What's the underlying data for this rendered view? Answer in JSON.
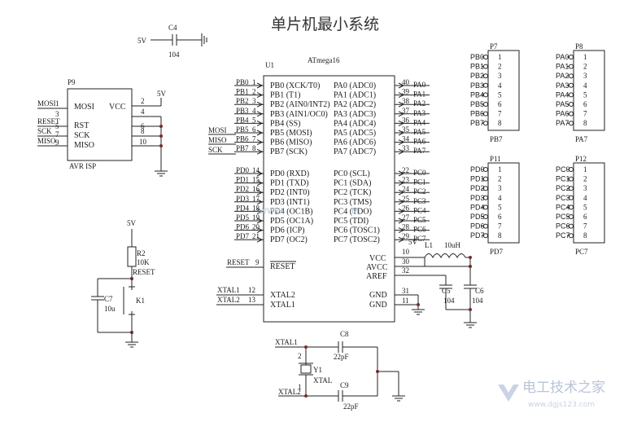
{
  "title": "单片机最小系统",
  "colors": {
    "wire": "#222222",
    "junction": "#7a2b2b",
    "watermark": "#b8c4d6",
    "background": "#ffffff"
  },
  "c4": {
    "label": "C4",
    "supply": "5V",
    "value": "104"
  },
  "p9": {
    "ref": "P9",
    "name": "AVR ISP",
    "supply": "5V",
    "left_pins": [
      "MOSI",
      "RST",
      "SCK",
      "MISO"
    ],
    "right_pins": [
      "VCC",
      "",
      "",
      "",
      ""
    ],
    "right_nums": [
      "2",
      "4",
      "6",
      "8",
      "10"
    ],
    "left_nums": [
      "1",
      "3",
      "5",
      "7",
      "9"
    ],
    "nets": [
      "MOSI",
      "RESET",
      "SCK",
      "MISO"
    ]
  },
  "u1": {
    "ref": "U1",
    "part": "ATmega16",
    "left_b": [
      "PB0 (XCK/T0)",
      "PB1 (T1)",
      "PB2 (AIN0/INT2)",
      "PB3 (AIN1/OC0)",
      "PB4 (SS)",
      "PB5 (MOSI)",
      "PB6 (MISO)",
      "PB7 (SCK)"
    ],
    "left_b_nums": [
      "1",
      "2",
      "3",
      "4",
      "5",
      "6",
      "7",
      "8"
    ],
    "left_b_nets": [
      "PB0",
      "PB1",
      "PB2",
      "PB3",
      "PB4",
      "PB5",
      "PB6",
      "PB7"
    ],
    "spi_nets": [
      "MOSI",
      "MISO",
      "SCK"
    ],
    "left_d": [
      "PD0 (RXD)",
      "PD1 (TXD)",
      "PD2 (INT0)",
      "PD3 (INT1)",
      "PD4 (OC1B)",
      "PD5 (OC1A)",
      "PD6 (ICP)",
      "PD7 (OC2)"
    ],
    "left_d_nums": [
      "14",
      "15",
      "16",
      "17",
      "18",
      "19",
      "20",
      "21"
    ],
    "left_d_nets": [
      "PD0",
      "PD1",
      "PD2",
      "PD3",
      "PD4",
      "PD5",
      "PD6",
      "PD7"
    ],
    "right_a": [
      "PA0 (ADC0)",
      "PA1 (ADC1)",
      "PA2 (ADC2)",
      "PA3 (ADC3)",
      "PA4 (ADC4)",
      "PA5 (ADC5)",
      "PA6 (ADC6)",
      "PA7 (ADC7)"
    ],
    "right_a_nums": [
      "40",
      "39",
      "38",
      "37",
      "36",
      "35",
      "34",
      "33"
    ],
    "right_a_nets": [
      "PA0",
      "PA1",
      "PA2",
      "PA3",
      "PA4",
      "PA5",
      "PA6",
      "PA7"
    ],
    "right_c": [
      "PC0 (SCL)",
      "PC1 (SDA)",
      "PC2 (TCK)",
      "PC3 (TMS)",
      "PC4 (TDO)",
      "PC5 (TDI)",
      "PC6 (TOSC1)",
      "PC7 (TOSC2)"
    ],
    "right_c_nums": [
      "22",
      "23",
      "24",
      "25",
      "26",
      "27",
      "28",
      "29"
    ],
    "right_c_nets": [
      "PC0",
      "PC1",
      "PC2",
      "PC3",
      "PC4",
      "PC5",
      "PC6",
      "PC7"
    ],
    "reset": {
      "label": "RESET",
      "num": "9",
      "net": "RESET"
    },
    "xtal": {
      "labels": [
        "XTAL2",
        "XTAL1"
      ],
      "nums": [
        "12",
        "13"
      ],
      "nets": [
        "XTAL1",
        "XTAL2"
      ]
    },
    "power": {
      "labels": [
        "VCC",
        "AVCC",
        "AREF",
        "GND",
        "GND"
      ],
      "nums": [
        "10",
        "30",
        "32",
        "31",
        "11"
      ]
    }
  },
  "power_filter": {
    "supply": "5V",
    "inductor": "L1",
    "inductor_value": "10uH",
    "c5": "C5",
    "c5_value": "104",
    "c6": "C6",
    "c6_value": "104"
  },
  "reset_circuit": {
    "supply": "5V",
    "r2": "R2",
    "r2_value": "10K",
    "net": "RESET",
    "c7": "C7",
    "c7_value": "10u",
    "k1": "K1"
  },
  "crystal": {
    "c8": "C8",
    "c8_value": "22pF",
    "c9": "C9",
    "c9_value": "22pF",
    "y1": "Y1",
    "y1_value": "XTAL",
    "nets": [
      "XTAL1",
      "XTAL2"
    ],
    "pin_nums": [
      "2",
      "1"
    ]
  },
  "headers": [
    {
      "ref": "P7",
      "net_label": "PB7",
      "pins": [
        "PB0",
        "PB1",
        "PB2",
        "PB3",
        "PB4",
        "PB5",
        "PB6",
        "PB7"
      ]
    },
    {
      "ref": "P8",
      "net_label": "PA7",
      "pins": [
        "PA0",
        "PA1",
        "PA2",
        "PA3",
        "PA4",
        "PA5",
        "PA6",
        "PA7"
      ]
    },
    {
      "ref": "P11",
      "net_label": "PD7",
      "pins": [
        "PD0",
        "PD1",
        "PD2",
        "PD3",
        "PD4",
        "PD5",
        "PD6",
        "PD7"
      ]
    },
    {
      "ref": "P12",
      "net_label": "PC7",
      "pins": [
        "PC0",
        "PC1",
        "PC2",
        "PC3",
        "PC4",
        "PC5",
        "PC6",
        "PC7"
      ]
    }
  ],
  "header_nums": [
    "1",
    "2",
    "3",
    "4",
    "5",
    "6",
    "7",
    "8"
  ],
  "watermark": {
    "left": "WWW.",
    "right": "M",
    "brand": "电工技术之家",
    "url": "www.dgjs123.com"
  }
}
